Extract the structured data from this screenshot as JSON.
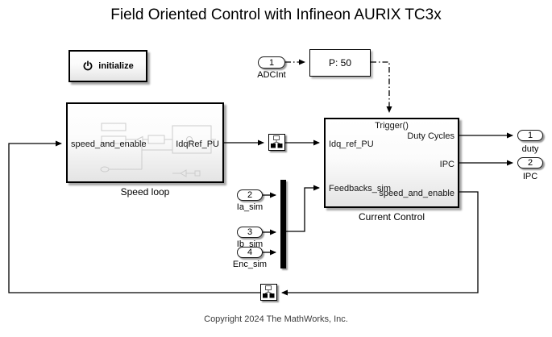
{
  "title": "Field Oriented Control with Infineon AURIX TC3x",
  "copyright": "Copyright 2024 The MathWorks, Inc.",
  "colors": {
    "line": "#000000",
    "block_border": "#000000",
    "block_fill_top": "#ffffff",
    "block_fill_bottom": "#e4e4e4",
    "mux_fill": "#000000",
    "copyright_text": "#3c3c3c",
    "preview_gray": "#cccccc"
  },
  "icons": {
    "power": "power-icon",
    "buffer": "double-buffer-icon",
    "mux": "mux-bar"
  },
  "blocks": {
    "initialize": {
      "label": "initialize"
    },
    "trigger_param": {
      "label": "P: 50"
    },
    "speed_loop": {
      "caption": "Speed loop",
      "input_label": "speed_and_enable",
      "output_label": "IdqRef_PU"
    },
    "current_control": {
      "caption": "Current Control",
      "trigger_label": "Trigger()",
      "input_labels": [
        "Idq_ref_PU",
        "Feedbacks_sim"
      ],
      "output_labels": [
        "Duty Cycles",
        "IPC",
        "speed_and_enable"
      ]
    }
  },
  "inports": [
    {
      "num": "1",
      "label": "ADCInt"
    },
    {
      "num": "2",
      "label": "Ia_sim"
    },
    {
      "num": "3",
      "label": "Ib_sim"
    },
    {
      "num": "4",
      "label": "Enc_sim"
    }
  ],
  "outports": [
    {
      "num": "1",
      "label": "duty"
    },
    {
      "num": "2",
      "label": "IPC"
    }
  ]
}
